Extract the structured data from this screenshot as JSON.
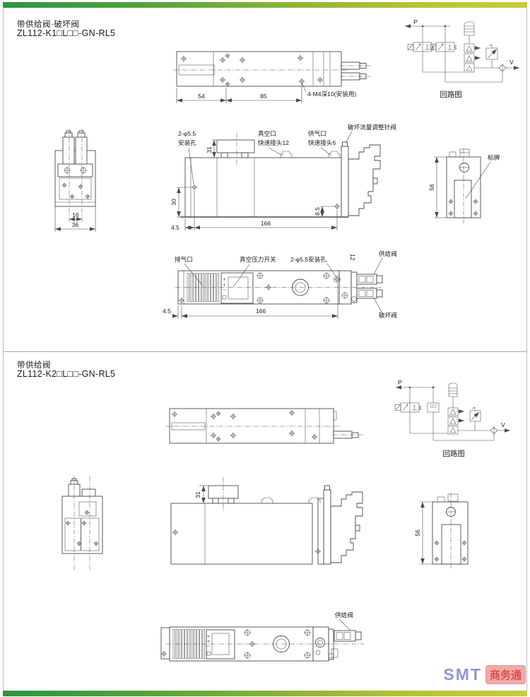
{
  "colors": {
    "accent_green": "#2d9440",
    "accent_yellow": "#c9cb3e",
    "logo_blue": "#9095d6",
    "logo_red": "#d94f49"
  },
  "section1": {
    "title": "带供给阀·破坏阀",
    "model": "ZL112-K1□L□□-GN-RL5",
    "top_view": {
      "dim_54": "54",
      "dim_85": "85",
      "note": "4-M4深10(安装用)"
    },
    "circuit": {
      "p": "P",
      "v": "V",
      "caption": "回路图"
    },
    "end_view": {
      "dim_16": "16",
      "dim_36": "36"
    },
    "side_view": {
      "mount_line1": "2-φ5.5",
      "mount_line2": "安装孔",
      "dim_31": "31",
      "vacuum_line1": "真空口",
      "vacuum_line2": "快速接头12",
      "supply_line1": "供气口",
      "supply_line2": "快速接头6",
      "needle_valve": "破坏流量调整针阀",
      "dim_30": "30",
      "dim_8_5": "8.5",
      "dim_4_5": "4.5",
      "dim_166": "166"
    },
    "right_view": {
      "dim_56": "56",
      "nameplate": "标牌"
    },
    "bottom_view": {
      "exhaust": "排气口",
      "vacuum_switch": "真空压力开关",
      "mount": "2-φ5.5安装孔",
      "dim_12": "12",
      "supply_valve": "供给阀",
      "break_valve": "破坏阀",
      "dim_4_5": "4.5",
      "dim_166": "166"
    }
  },
  "section2": {
    "title": "带供给阀",
    "model": "ZL112-K2□L□□-GN-RL5",
    "circuit": {
      "p": "P",
      "v": "V",
      "caption": "回路图"
    },
    "side_view": {
      "dim_31": "31"
    },
    "right_view": {
      "dim_56": "56"
    },
    "bottom_view": {
      "supply_valve": "供给阀"
    }
  },
  "footer": {
    "brand": "SMT",
    "badge": "商务通"
  }
}
